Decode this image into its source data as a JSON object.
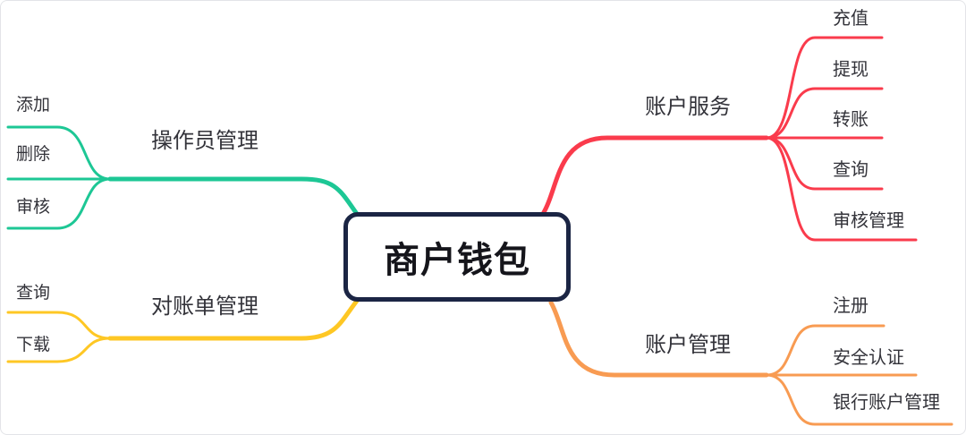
{
  "canvas": {
    "background": "#ffffff",
    "border_color": "#e3e4e8"
  },
  "central_node": {
    "label": "商户钱包",
    "border_color": "#1b2544",
    "text_color": "#15151b"
  },
  "branches": [
    {
      "name": "operator-management",
      "label": "操作员管理",
      "color": "#1dc795",
      "children": [
        {
          "label": "添加"
        },
        {
          "label": "删除"
        },
        {
          "label": "审核"
        }
      ]
    },
    {
      "name": "statement-management",
      "label": "对账单管理",
      "color": "#fec724",
      "children": [
        {
          "label": "查询"
        },
        {
          "label": "下载"
        }
      ]
    },
    {
      "name": "account-services",
      "label": "账户服务",
      "color": "#fa3b4c",
      "children": [
        {
          "label": "充值"
        },
        {
          "label": "提现"
        },
        {
          "label": "转账"
        },
        {
          "label": "查询"
        },
        {
          "label": "审核管理"
        }
      ]
    },
    {
      "name": "account-management",
      "label": "账户管理",
      "color": "#f89b52",
      "children": [
        {
          "label": "注册"
        },
        {
          "label": "安全认证"
        },
        {
          "label": "银行账户管理"
        }
      ]
    }
  ]
}
